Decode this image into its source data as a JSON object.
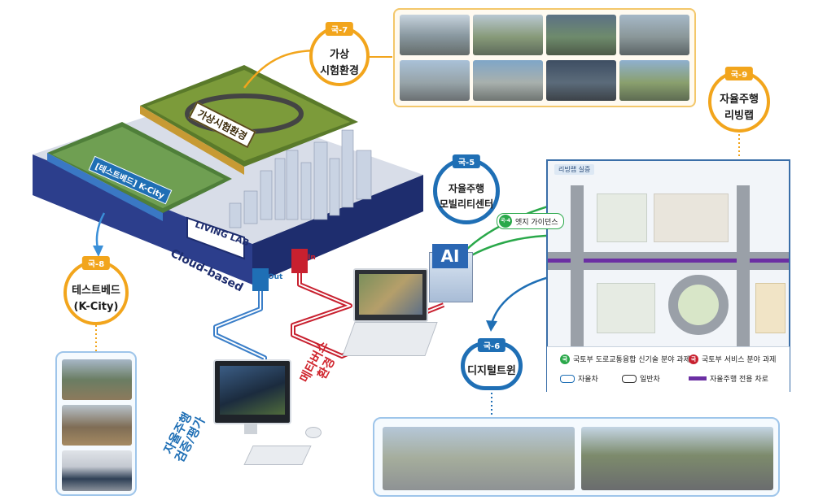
{
  "nodes": {
    "virtual": {
      "tag": "국-7",
      "label": "가상\n시험환경"
    },
    "livinglab": {
      "tag": "국-9",
      "label": "자율주행\n리빙랩"
    },
    "mobility": {
      "tag": "국-5",
      "label": "자율주행\n모빌리티센터"
    },
    "testbed": {
      "tag": "국-8",
      "label": "테스트베드\n(K-City)"
    },
    "twin": {
      "tag": "국-6",
      "label": "디지털트윈"
    }
  },
  "platform": {
    "virtual_label": "가상시험환경",
    "kcity_label": "[테스트베드] K-City",
    "living_label": "LIVING LAB",
    "cloud_label": "Cloud-based",
    "out_label": "Out",
    "in_label": "In"
  },
  "ai_label": "AI",
  "metaverse_label": "메타버스\n환경",
  "eval_label": "자율주행\n검증/평가",
  "map": {
    "header": "리빙랩 실증",
    "edge_label": "엣지 가이던스",
    "edge_tag": "국-4",
    "legend": {
      "green": "국토부 도로교통융합 신기술 분야 과제",
      "red": "국토부 서비스 분야 과제",
      "autonomous": "자율차",
      "normal": "일반차",
      "lane": "자율주행 전용 차로"
    },
    "pin_green": "국",
    "pin_red": "국"
  },
  "colors": {
    "orange": "#f2a51c",
    "blue": "#1f6fb5",
    "green": "#2aa84a",
    "red": "#c8202f",
    "purple": "#6b2fa3"
  }
}
